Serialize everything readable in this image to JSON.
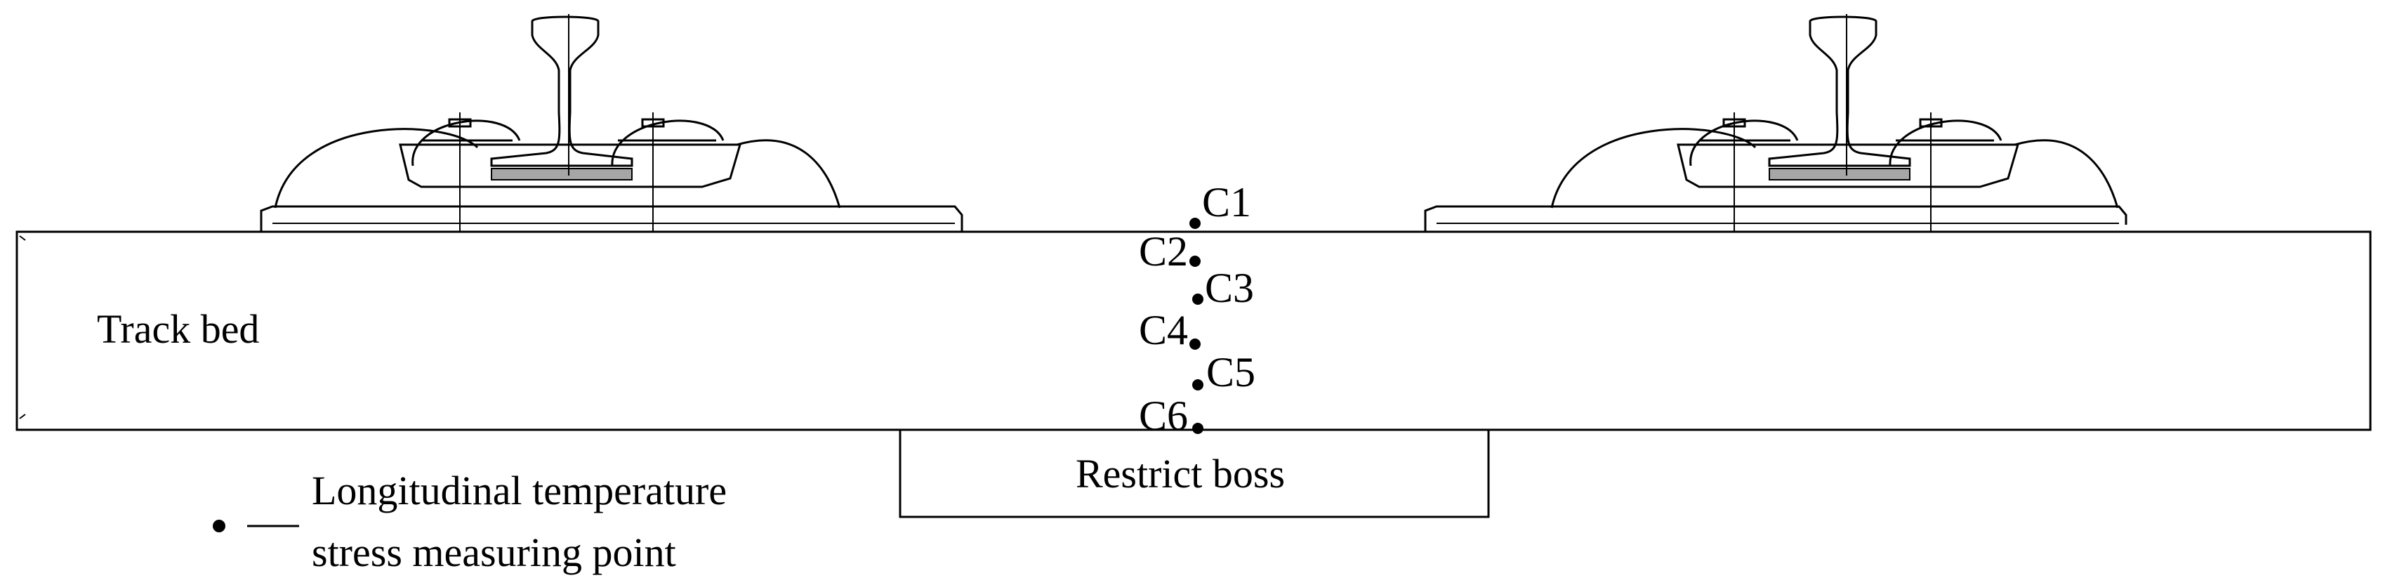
{
  "labels": {
    "track_bed": "Track bed",
    "restrict_boss": "Restrict boss",
    "legend_line1": "Longitudinal temperature",
    "legend_line2": "stress measuring point"
  },
  "points": [
    {
      "id": "c1",
      "label": "C1"
    },
    {
      "id": "c2",
      "label": "C2"
    },
    {
      "id": "c3",
      "label": "C3"
    },
    {
      "id": "c4",
      "label": "C4"
    },
    {
      "id": "c5",
      "label": "C5"
    },
    {
      "id": "c6",
      "label": "C6"
    }
  ],
  "colors": {
    "ink": "#000000",
    "background": "#ffffff"
  }
}
